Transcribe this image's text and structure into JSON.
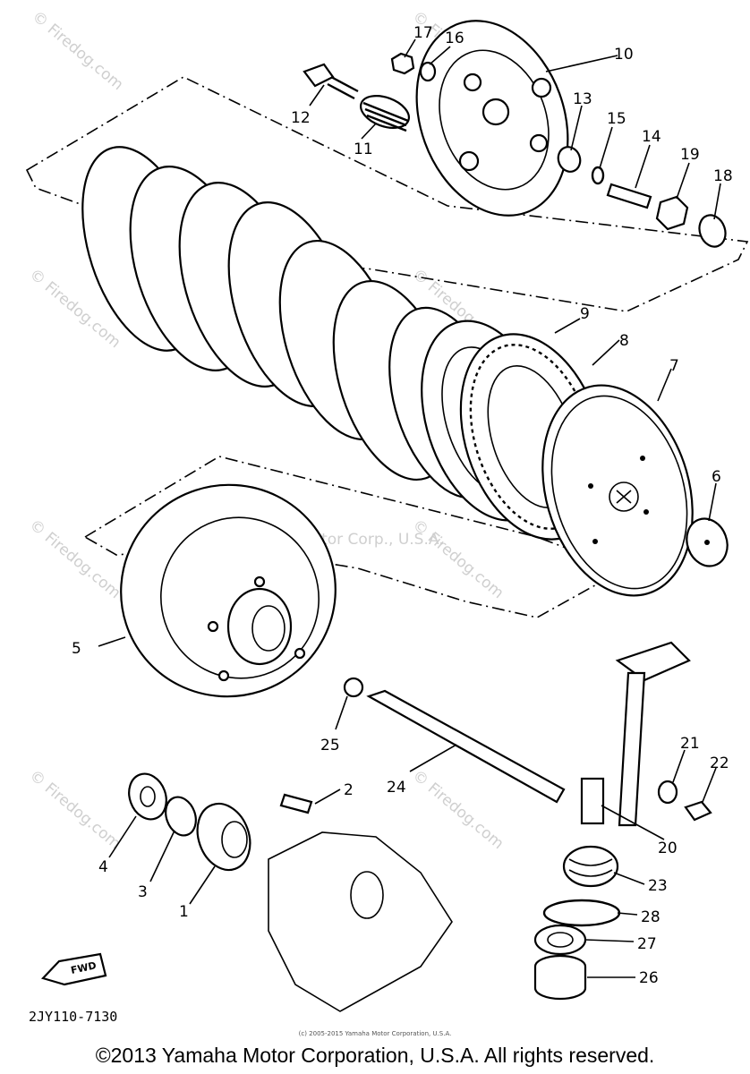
{
  "callouts": [
    "17",
    "16",
    "10",
    "12",
    "11",
    "13",
    "15",
    "14",
    "19",
    "18",
    "9",
    "8",
    "7",
    "6",
    "5",
    "25",
    "24",
    "21",
    "22",
    "2",
    "20",
    "4",
    "3",
    "1",
    "23",
    "28",
    "27",
    "26"
  ],
  "watermarks": {
    "site": "© Firedog.com",
    "brand": "Yamaha Motor Corp., U.S.A."
  },
  "fwd_label": "FWD",
  "diagram_code": "2JY110-7130",
  "copyright_small": "(c) 2005-2015 Yamaha Motor Corporation, U.S.A.",
  "copyright_main": "©2013 Yamaha Motor Corporation, U.S.A. All rights reserved."
}
